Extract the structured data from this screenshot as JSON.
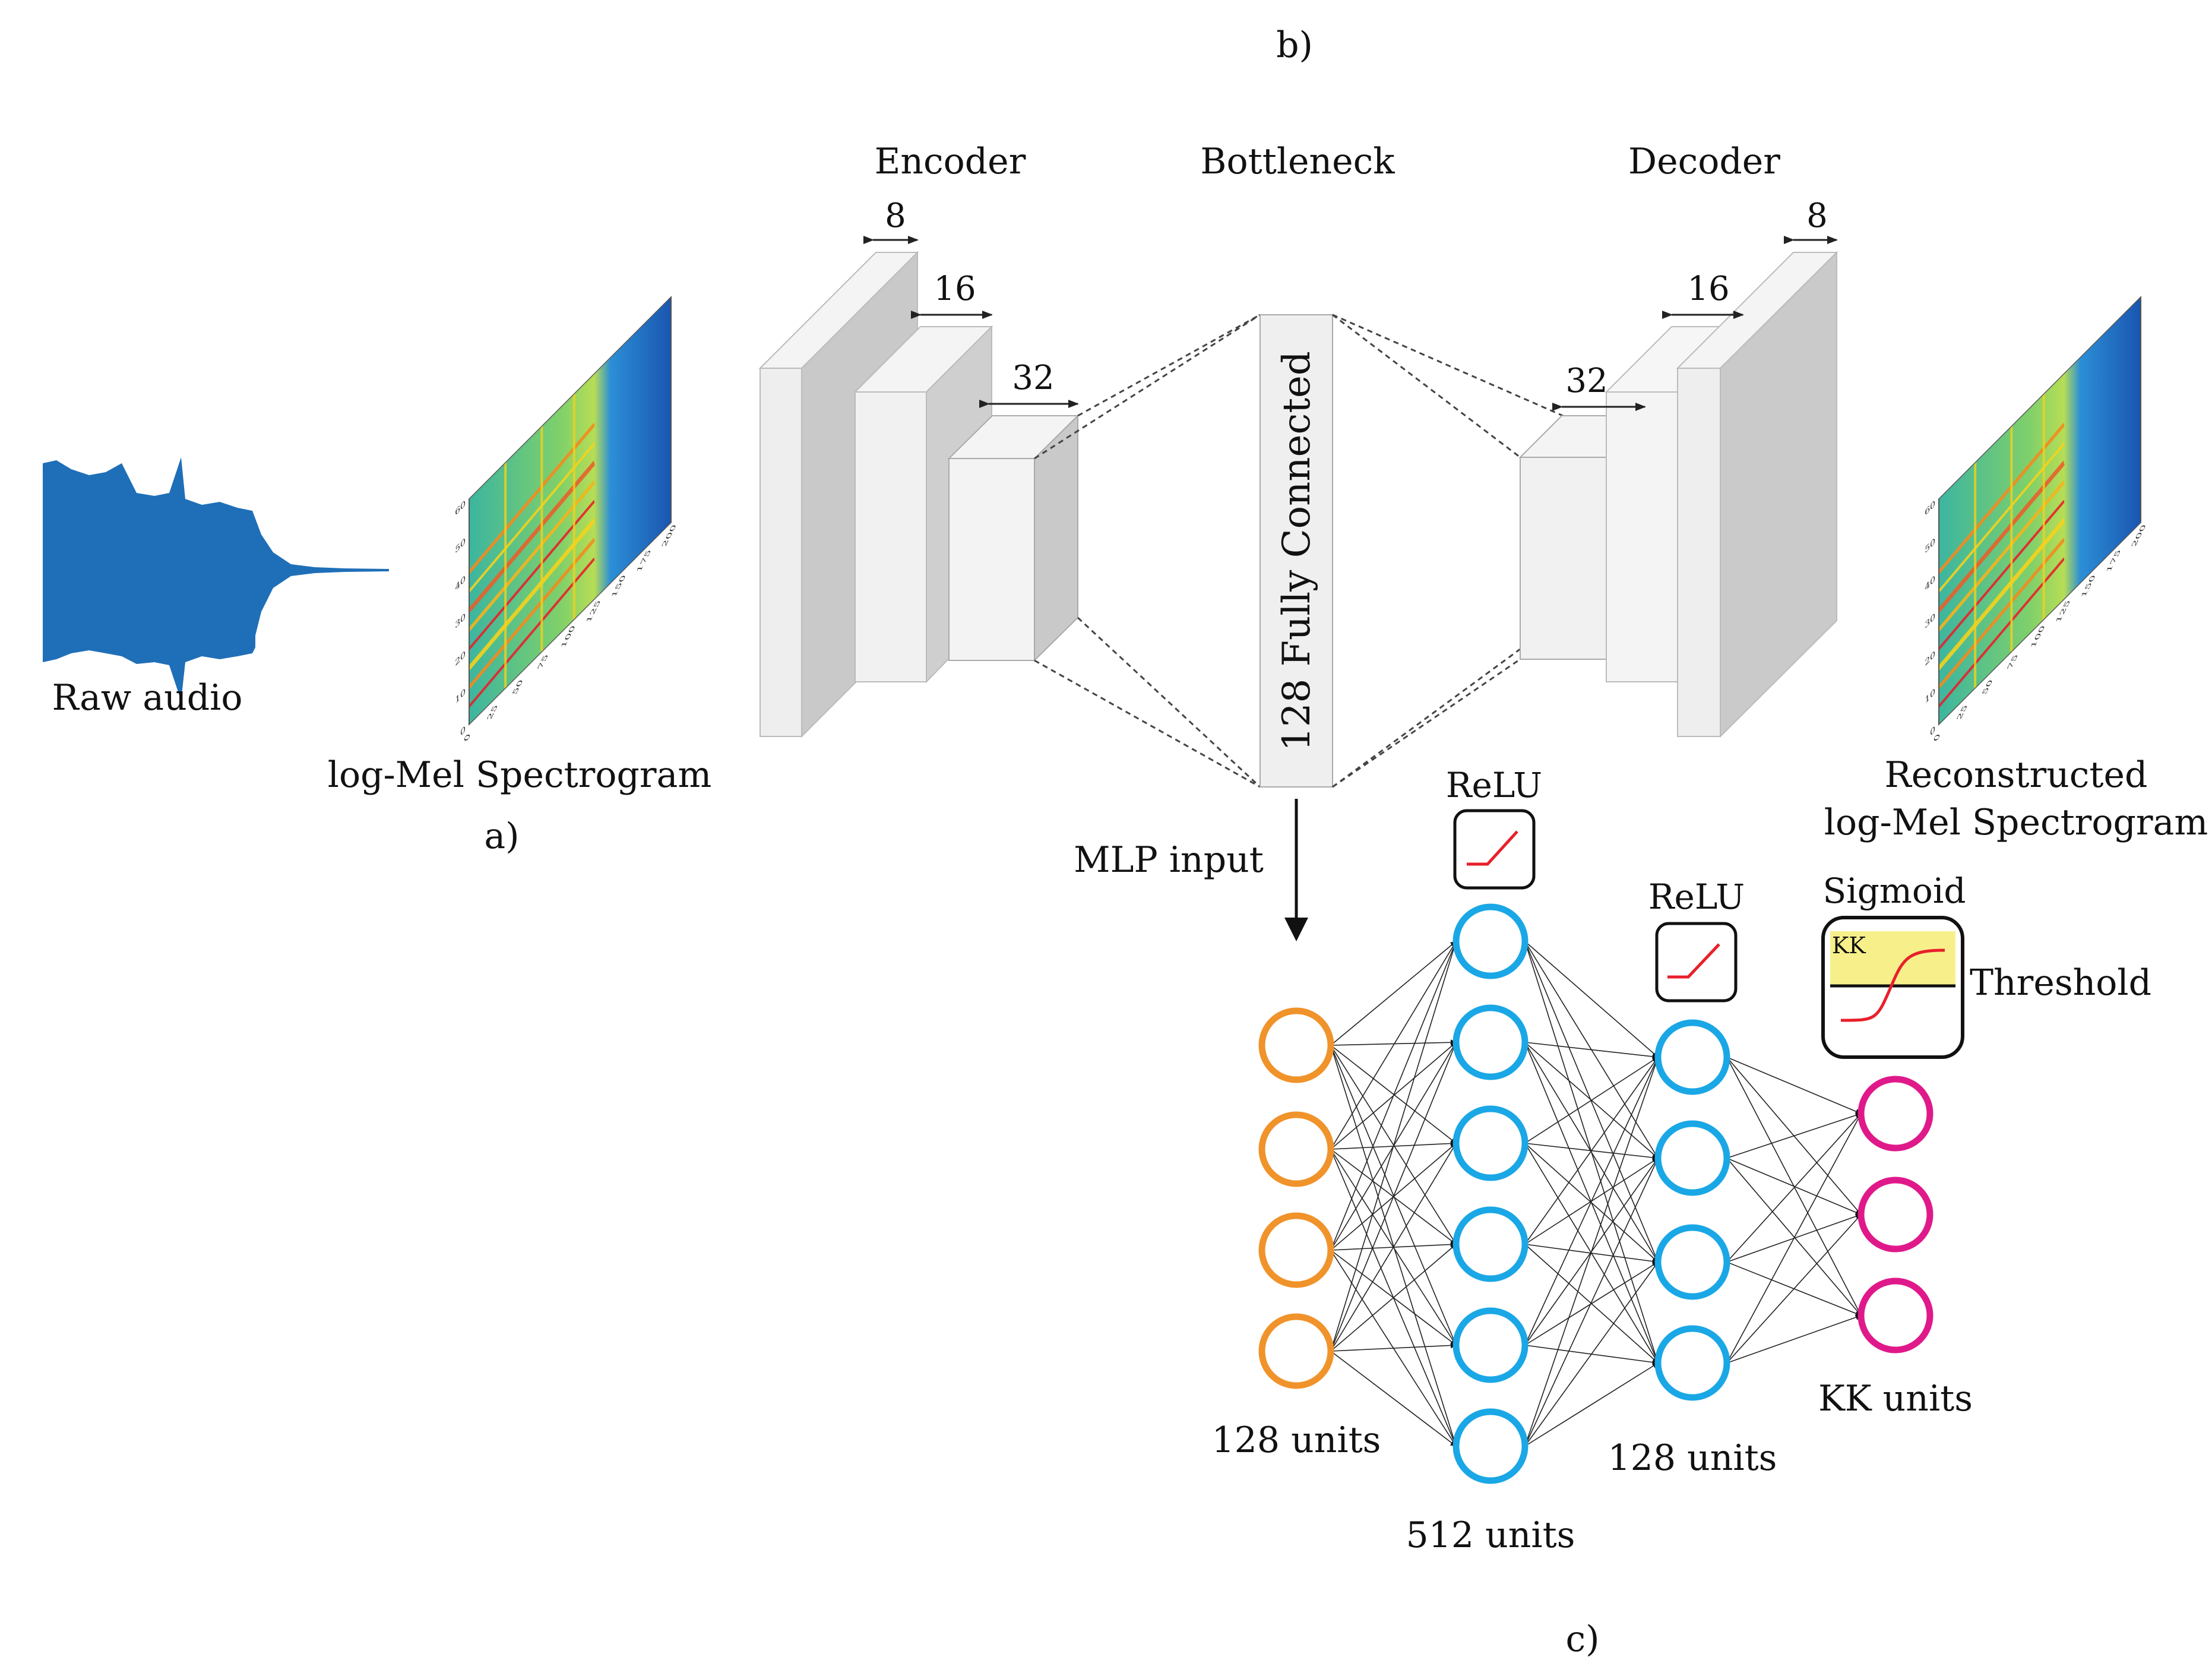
{
  "panel_labels": {
    "a": "a)",
    "b": "b)",
    "c": "c)"
  },
  "raw_audio": {
    "label": "Raw audio",
    "color": "#1f6fb8"
  },
  "spectrogram": {
    "label": "log-Mel Spectrogram",
    "y_ticks": [
      "0",
      "10",
      "20",
      "30",
      "40",
      "50",
      "60"
    ],
    "x_ticks": [
      "0",
      "25",
      "50",
      "75",
      "100",
      "125",
      "150",
      "175",
      "200"
    ]
  },
  "reconstructed_spectrogram": {
    "label_line1": "Reconstructed",
    "label_line2": "log-Mel Spectrogram"
  },
  "autoencoder": {
    "encoder_label": "Encoder",
    "bottleneck_label": "Bottleneck",
    "decoder_label": "Decoder",
    "encoder_dims": [
      "8",
      "16",
      "32"
    ],
    "decoder_dims": [
      "32",
      "16",
      "8"
    ],
    "bottleneck_text": "128 Fully Connected"
  },
  "mlp": {
    "input_label": "MLP input",
    "layers": [
      {
        "units_label": "128 units",
        "nodes": 4,
        "color": "#f0932b"
      },
      {
        "units_label": "512 units",
        "nodes": 6,
        "color": "#1aa7e6",
        "activation": "ReLU"
      },
      {
        "units_label": "128 units",
        "nodes": 4,
        "color": "#1aa7e6",
        "activation": "ReLU"
      },
      {
        "units_label": "KK units",
        "nodes": 3,
        "color": "#e0198a",
        "activation": "Sigmoid"
      }
    ],
    "sigmoid_box_text": "KK",
    "threshold_label": "Threshold",
    "activation_curve_color": "#e8202a",
    "threshold_highlight_color": "#f7f08a"
  }
}
